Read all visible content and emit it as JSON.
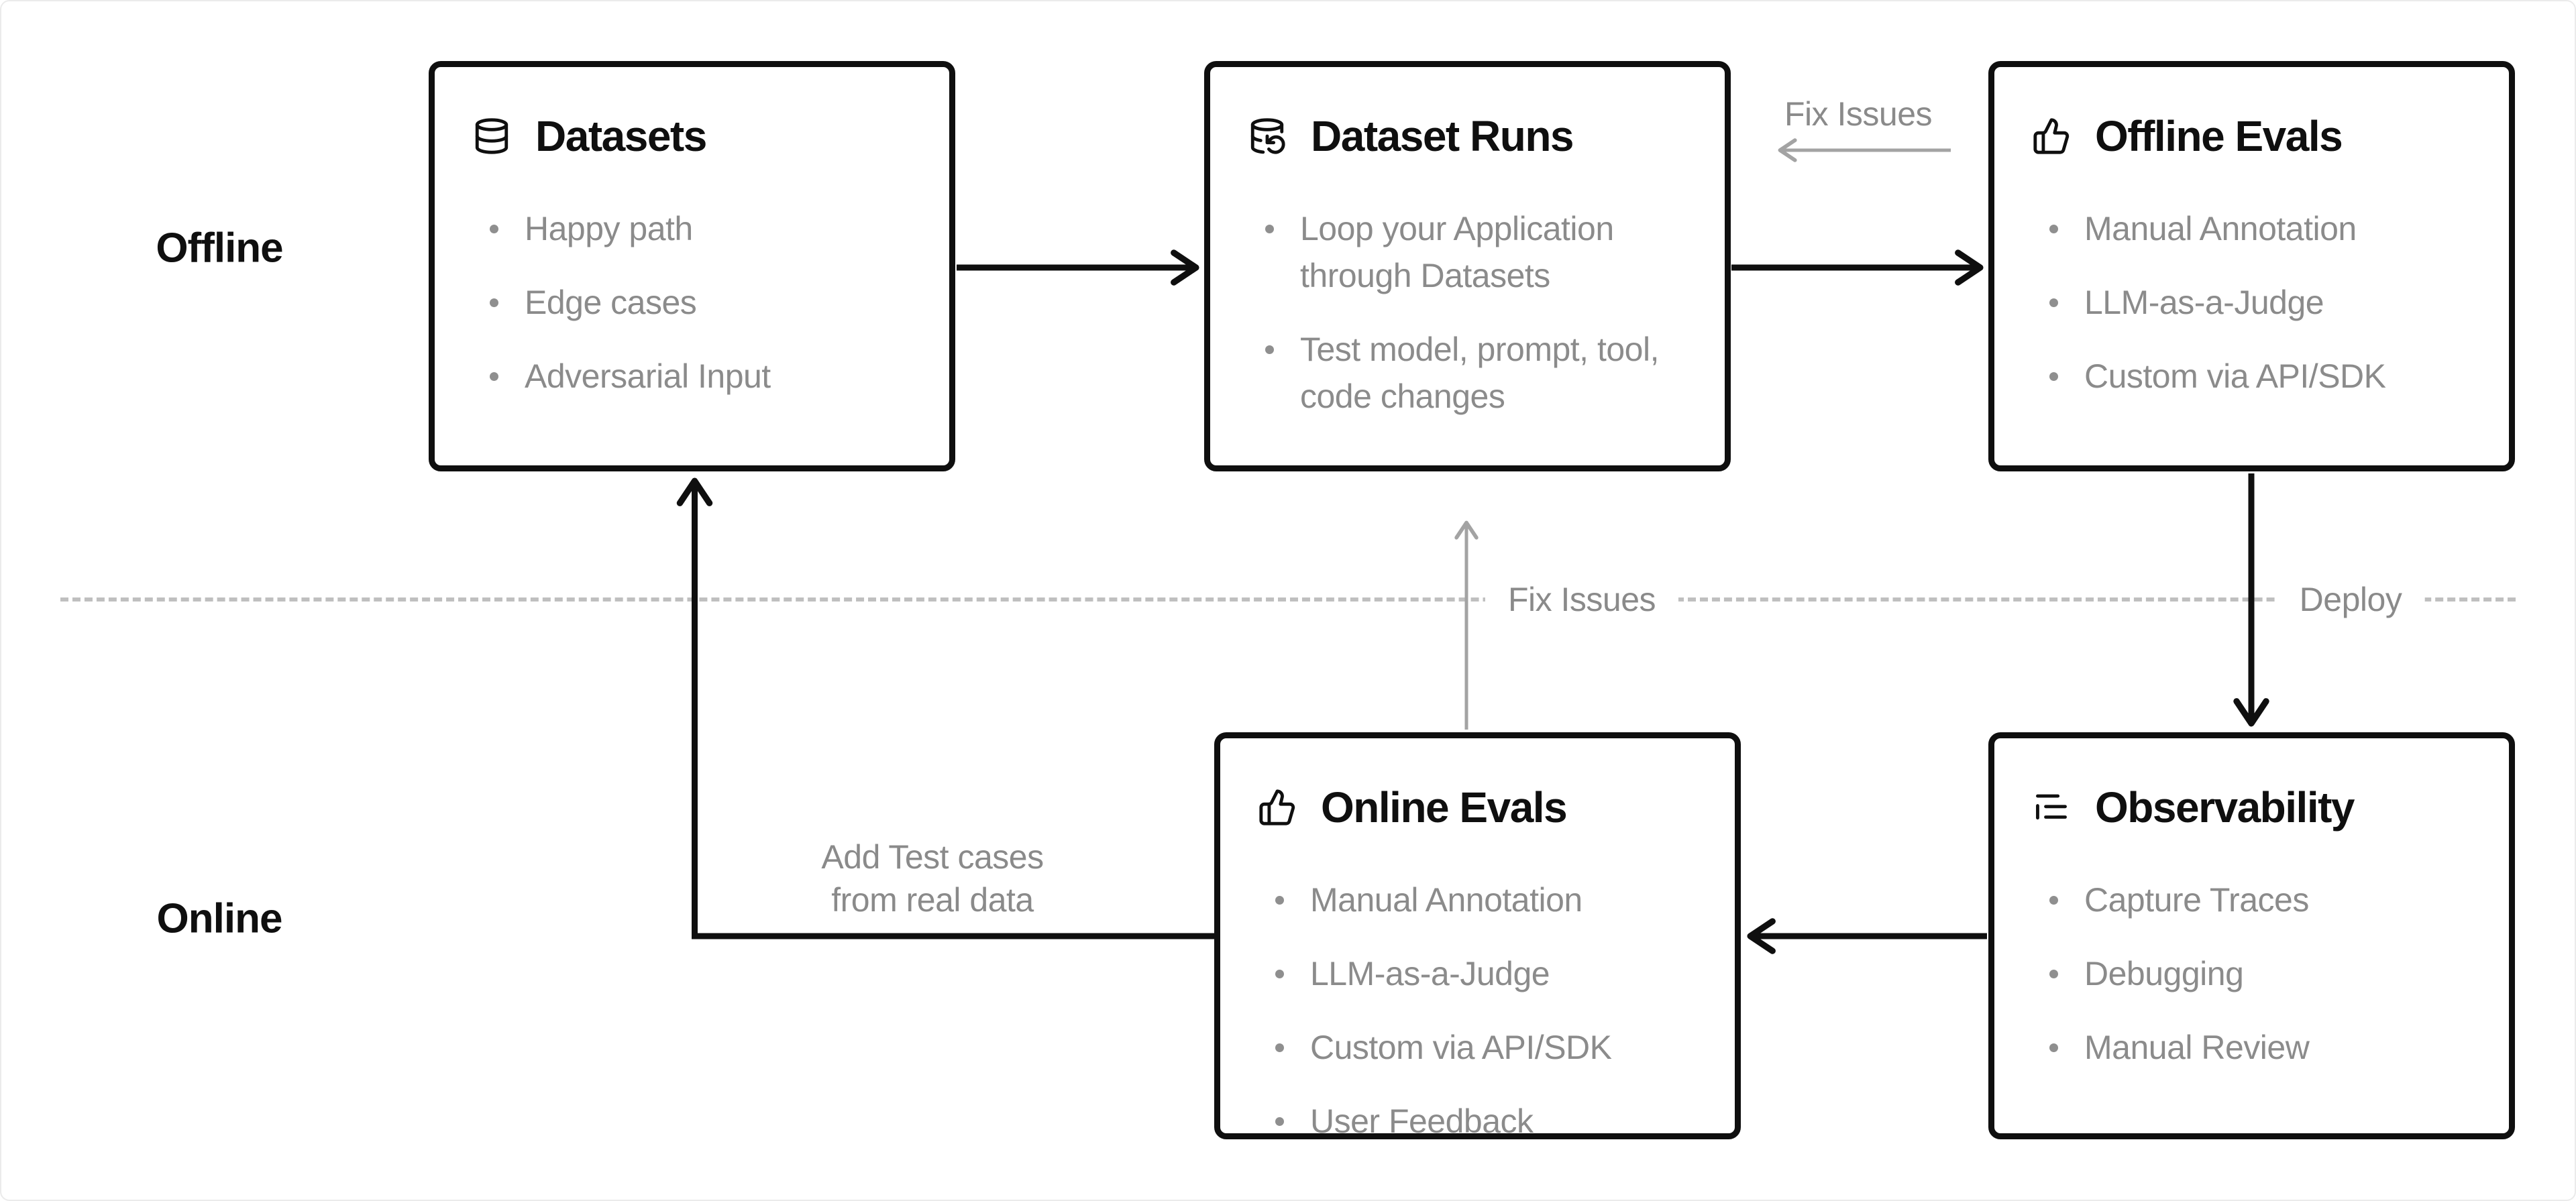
{
  "colors": {
    "background": "#ffffff",
    "box_border": "#0f0f0f",
    "title_text": "#0f0f0f",
    "bullet_text": "#8b8b8b",
    "arrow_black": "#0f0f0f",
    "arrow_gray": "#a3a3a3",
    "dashed_line": "#bfbfbf",
    "label_gray": "#8a8a8a"
  },
  "sections": {
    "offline_label": "Offline",
    "online_label": "Online"
  },
  "boxes": [
    {
      "id": "datasets",
      "icon": "database-icon",
      "title": "Datasets",
      "bullets": [
        "Happy path",
        "Edge cases",
        "Adversarial Input"
      ]
    },
    {
      "id": "dataset-runs",
      "icon": "database-backup-icon",
      "title": "Dataset Runs",
      "bullets": [
        "Loop your Application through Datasets",
        "Test model, prompt, tool, code changes"
      ]
    },
    {
      "id": "offline-evals",
      "icon": "thumbs-up-icon",
      "title": "Offline Evals",
      "bullets": [
        "Manual Annotation",
        "LLM-as-a-Judge",
        "Custom via API/SDK"
      ]
    },
    {
      "id": "online-evals",
      "icon": "thumbs-up-icon",
      "title": "Online Evals",
      "bullets": [
        "Manual Annotation",
        "LLM-as-a-Judge",
        "Custom via API/SDK",
        "User Feedback"
      ]
    },
    {
      "id": "observability",
      "icon": "list-tree-icon",
      "title": "Observability",
      "bullets": [
        "Capture Traces",
        "Debugging",
        "Manual Review"
      ]
    }
  ],
  "labels": {
    "fix_issues_top": "Fix Issues",
    "fix_issues_mid": "Fix Issues",
    "deploy": "Deploy",
    "add_test_cases": "Add Test cases from real data",
    "add_test_cases_line1": "Add Test cases",
    "add_test_cases_line2": "from real data"
  }
}
